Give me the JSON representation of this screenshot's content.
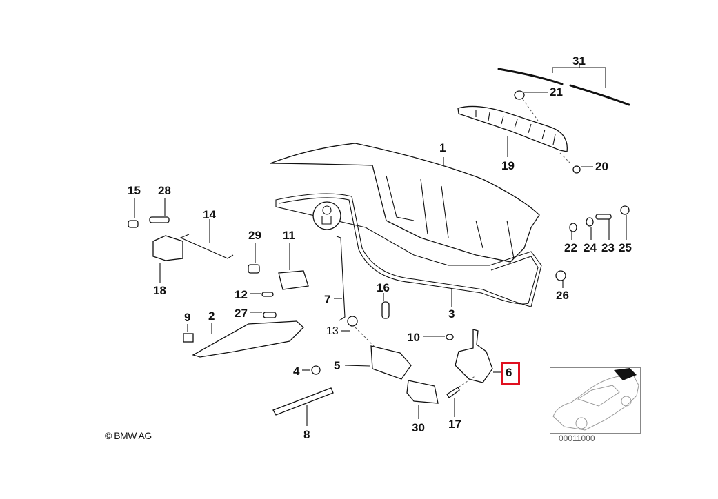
{
  "diagram": {
    "title": "Trunk lid parts diagram",
    "copyright": "© BMW AG",
    "thumbnail_id": "00011000",
    "highlight_color": "#e01020",
    "highlighted_callout": "6",
    "callouts": [
      {
        "id": "1",
        "label": "1"
      },
      {
        "id": "2",
        "label": "2"
      },
      {
        "id": "3",
        "label": "3"
      },
      {
        "id": "4",
        "label": "4"
      },
      {
        "id": "5",
        "label": "5"
      },
      {
        "id": "6",
        "label": "6"
      },
      {
        "id": "7",
        "label": "7"
      },
      {
        "id": "8",
        "label": "8"
      },
      {
        "id": "9",
        "label": "9"
      },
      {
        "id": "10",
        "label": "10"
      },
      {
        "id": "11",
        "label": "11"
      },
      {
        "id": "12",
        "label": "12"
      },
      {
        "id": "13",
        "label": "13"
      },
      {
        "id": "14",
        "label": "14"
      },
      {
        "id": "15",
        "label": "15"
      },
      {
        "id": "16",
        "label": "16"
      },
      {
        "id": "17",
        "label": "17"
      },
      {
        "id": "18",
        "label": "18"
      },
      {
        "id": "19",
        "label": "19"
      },
      {
        "id": "20",
        "label": "20"
      },
      {
        "id": "21",
        "label": "21"
      },
      {
        "id": "22",
        "label": "22"
      },
      {
        "id": "23",
        "label": "23"
      },
      {
        "id": "24",
        "label": "24"
      },
      {
        "id": "25",
        "label": "25"
      },
      {
        "id": "26",
        "label": "26"
      },
      {
        "id": "27",
        "label": "27"
      },
      {
        "id": "28",
        "label": "28"
      },
      {
        "id": "29",
        "label": "29"
      },
      {
        "id": "30",
        "label": "30"
      },
      {
        "id": "31",
        "label": "31"
      }
    ]
  }
}
